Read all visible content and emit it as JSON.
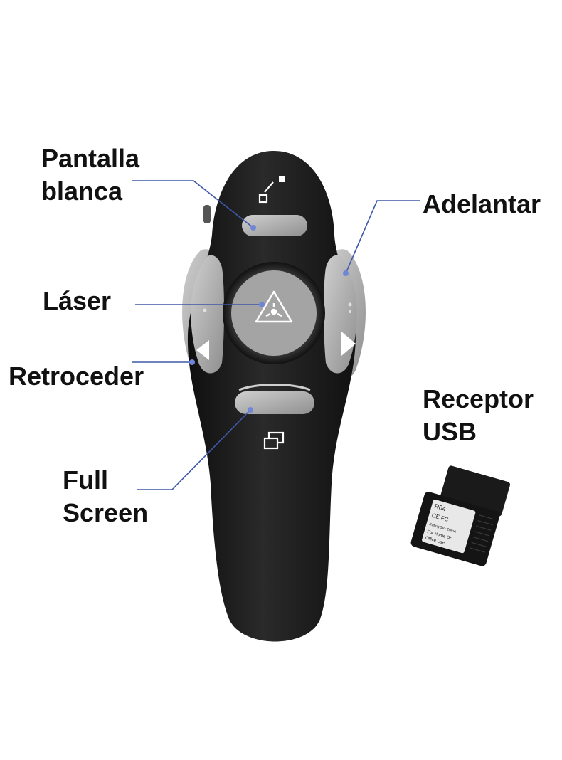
{
  "labels": {
    "pantalla_blanca": [
      "Pantalla",
      "blanca"
    ],
    "laser": "Láser",
    "retroceder": "Retroceder",
    "full_screen": [
      "Full",
      "Screen"
    ],
    "adelantar": "Adelantar",
    "receptor_usb": [
      "Receptor",
      "USB"
    ]
  },
  "dongle": {
    "model": "R04",
    "marks": "CE FC",
    "rating": "Rating 5V⎓20mA",
    "use_line1": "For Home Or",
    "use_line2": "Office Use"
  },
  "colors": {
    "body": "#1b1b1b",
    "button_gray": "#a9a9a9",
    "leader_line": "#3f58a8",
    "text": "#111111"
  },
  "icons": {
    "blank_screen": "blank-screen-icon",
    "laser": "laser-warning-icon",
    "back": "triangle-left-icon",
    "forward": "triangle-right-icon",
    "fullscreen": "fullscreen-windows-icon"
  }
}
